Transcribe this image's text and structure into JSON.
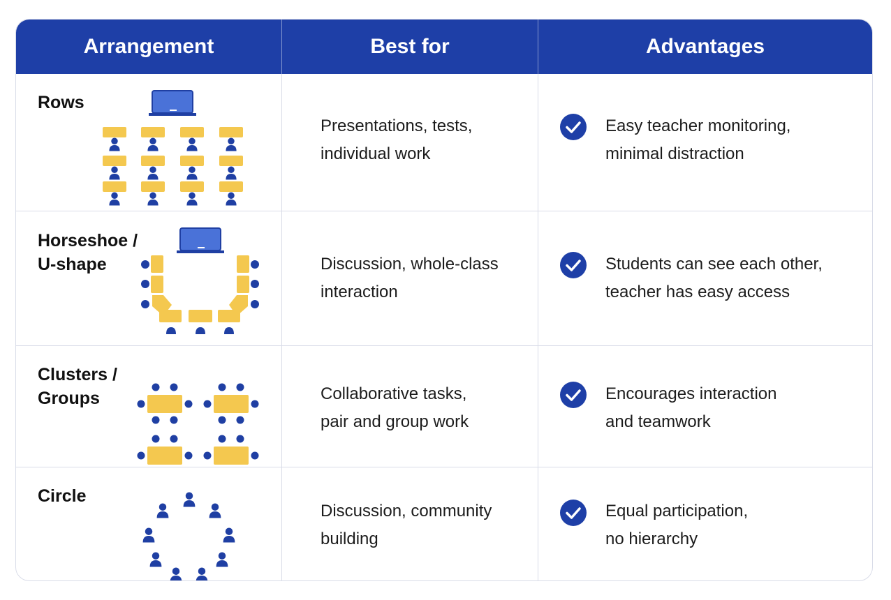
{
  "header": {
    "arrangement": "Arrangement",
    "best_for": "Best for",
    "advantages": "Advantages"
  },
  "rows": [
    {
      "name_lines": [
        "Rows"
      ],
      "best_for_lines": [
        "Presentations, tests,",
        "individual work"
      ],
      "advantages_lines": [
        "Easy teacher monitoring,",
        "minimal distraction"
      ],
      "illustration": "rows-layout-icon"
    },
    {
      "name_lines": [
        "Horseshoe /",
        "U-shape"
      ],
      "best_for_lines": [
        "Discussion, whole-class",
        "interaction"
      ],
      "advantages_lines": [
        "Students can see each other,",
        "teacher has easy access"
      ],
      "illustration": "horseshoe-layout-icon"
    },
    {
      "name_lines": [
        "Clusters /",
        "Groups"
      ],
      "best_for_lines": [
        "Collaborative tasks,",
        "pair and group work"
      ],
      "advantages_lines": [
        "Encourages interaction",
        "and teamwork"
      ],
      "illustration": "clusters-layout-icon"
    },
    {
      "name_lines": [
        "Circle"
      ],
      "best_for_lines": [
        "Discussion, community",
        "building"
      ],
      "advantages_lines": [
        "Equal participation,",
        "no hierarchy"
      ],
      "illustration": "circle-layout-icon"
    }
  ],
  "colors": {
    "header_blue": "#1e3fa7",
    "desk_yellow": "#f4c84f",
    "student_blue": "#1f3fa3",
    "board_blue": "#4a72d8",
    "check_blue": "#1e3fa7"
  },
  "icons": {
    "check": "check-circle-icon",
    "student": "student-icon",
    "desk": "desk-icon",
    "board": "board-icon"
  }
}
